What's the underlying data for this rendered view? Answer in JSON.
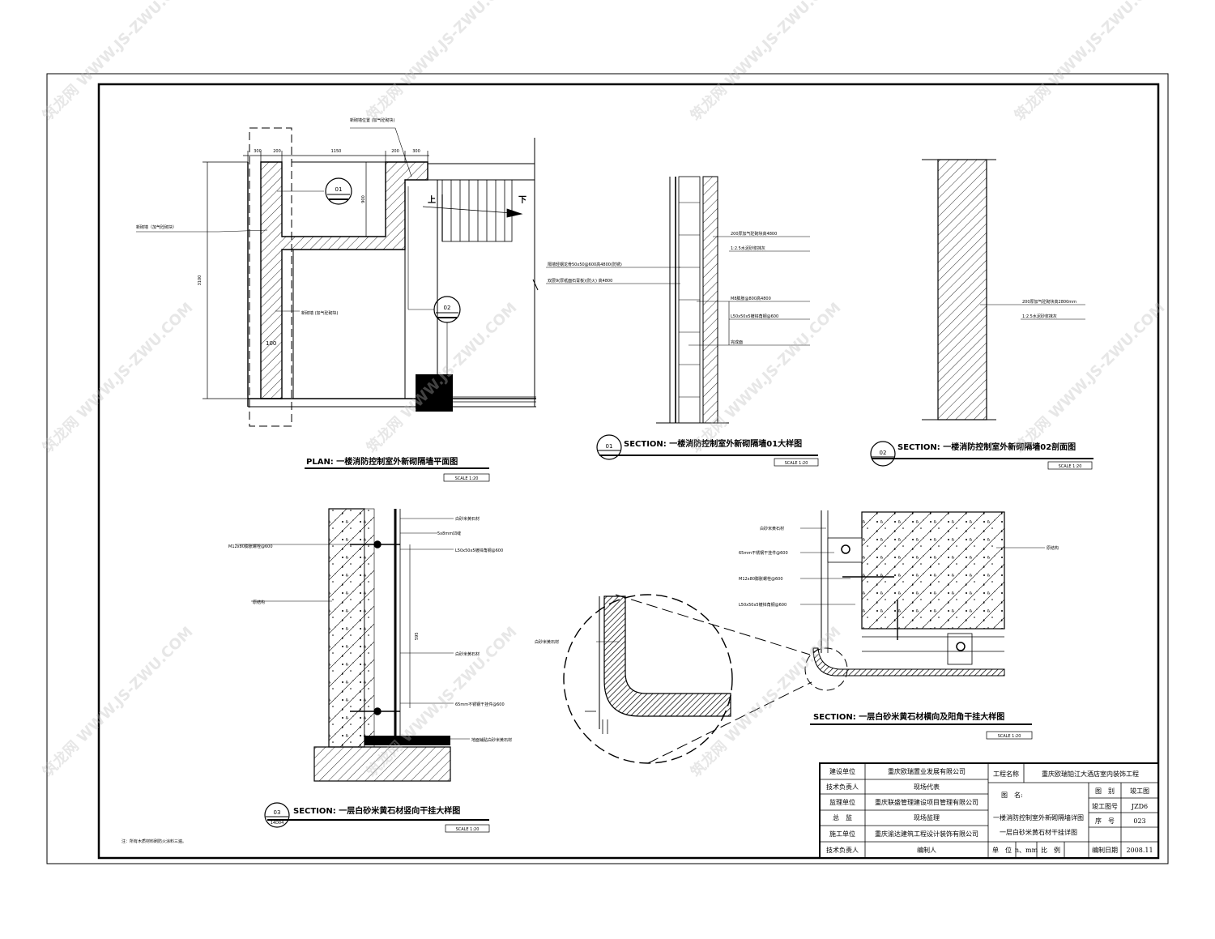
{
  "plan": {
    "title": "PLAN: 一楼消防控制室外新砌隔墙平面图",
    "scale": "SCALE 1:20",
    "dims_top": [
      "300",
      "200",
      "1150",
      "200",
      "300"
    ],
    "dim_left": "3100",
    "dim_900": "900",
    "dim_100": "100",
    "label_top": "新砌墙位置\n(加气砼砌块)",
    "label_left": "新砌墙（加气砼砌块）",
    "label_mid": "新砌墙\n(加气砼砌块)",
    "up": "上",
    "down": "下",
    "marker1": "01",
    "marker2": "02"
  },
  "section01": {
    "marker": "01",
    "title": "SECTION: 一楼消防控制室外新砌隔墙01大样图",
    "scale": "SCALE 1:20",
    "labels": [
      "200厚加气砼砌块高4800",
      "1:2.5水泥砂浆抹灰",
      "隔墙轻钢龙骨50x50@600高4800(防锈)",
      "双层9(厚纸面石膏板)(防火)\n高4800",
      "M8膨胀@800高4800",
      "L50x50x5镀锌角钢@600",
      "完成面"
    ]
  },
  "section02": {
    "marker": "02",
    "title": "SECTION: 一楼消防控制室外新砌隔墙02剖面图",
    "scale": "SCALE 1:20",
    "labels": [
      "200厚加气砼砌块高2800mm",
      "1:2.5水泥砂浆抹灰"
    ]
  },
  "section03": {
    "marker": "03",
    "ref": "14D04",
    "title": "SECTION: 一层白砂米黄石材竖向干挂大样图",
    "scale": "SCALE 1:20",
    "labels": [
      "白砂米黄石材",
      "M12x80膨胀螺栓@600",
      "5x8mm凹缝",
      "L50x50x5镀锌角钢@600",
      "原结构",
      "白砂米黄石材",
      "65mm不锈钢干挂件@600",
      "地面铺贴白砂米黄石材"
    ],
    "dim": "595"
  },
  "section04": {
    "title": "SECTION: 一层白砂米黄石材横向及阳角干挂大样图",
    "scale": "SCALE 1:20",
    "labels": [
      "白砂米黄石材",
      "65mm不锈钢干挂件@600",
      "M12x80膨胀螺栓@600",
      "L50x50x5镀锌角钢@600",
      "原结构",
      "白砂米黄石材"
    ]
  },
  "note": "注：所有木质材料刷防火涂料三遍。",
  "titleblock": {
    "rows": [
      [
        "建设单位",
        "重庆欧瑞置业发展有限公司"
      ],
      [
        "技术负责人",
        "现场代表"
      ],
      [
        "监理单位",
        "重庆联盛管理建设项目管理有限公司"
      ],
      [
        "总　监",
        "现场监理"
      ],
      [
        "施工单位",
        "重庆渝达建筑工程设计装饰有限公司"
      ],
      [
        "技术负责人",
        "编制人"
      ]
    ],
    "project_label": "工程名称",
    "project": "重庆欧瑞铂江大酒店室内装饰工程",
    "drawing_label": "图　名:",
    "drawing1": "一楼消防控制室外新砌隔墙详图",
    "drawing2": "一层白砂米黄石材干挂详图",
    "right": [
      [
        "图　别",
        "竣工图"
      ],
      [
        "竣工图号",
        "JZD6"
      ],
      [
        "序　号",
        "023"
      ],
      [
        "编制日期",
        "2008.11"
      ]
    ],
    "unit_label": "单　位",
    "unit": "n、mm",
    "ratio_label": "比　例"
  },
  "watermark": "筑龙网 WWW.JS-ZWU.COM"
}
